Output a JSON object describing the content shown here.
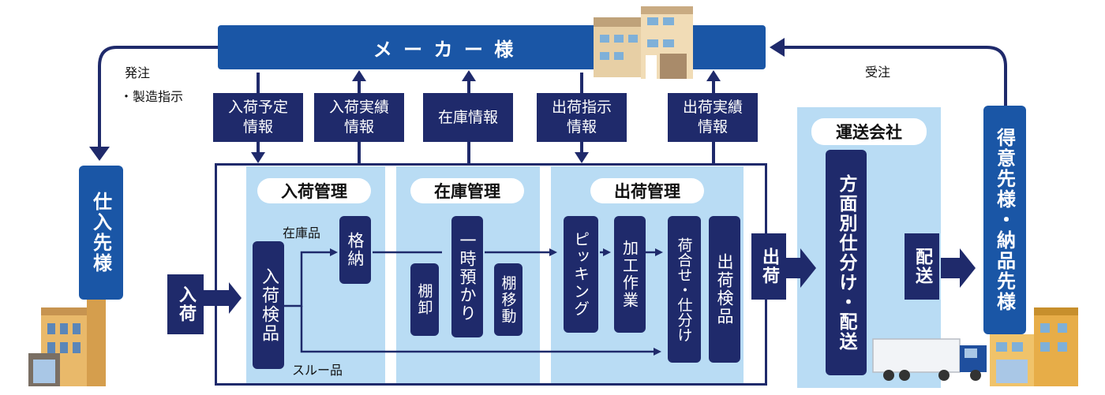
{
  "maker": {
    "label": "メ ー カ ー 様"
  },
  "order_left": {
    "line1": "発注",
    "line2": "・製造指示"
  },
  "order_right": {
    "label": "受注"
  },
  "info_boxes": [
    {
      "line1": "入荷予定",
      "line2": "情報"
    },
    {
      "line1": "入荷実績",
      "line2": "情報"
    },
    {
      "line1": "在庫情報",
      "line2": ""
    },
    {
      "line1": "出荷指示",
      "line2": "情報"
    },
    {
      "line1": "出荷実績",
      "line2": "情報"
    }
  ],
  "supplier": {
    "label": "仕入先様"
  },
  "inbound": {
    "label": "入荷"
  },
  "sections": {
    "inbound_mgmt": "入荷管理",
    "stock_mgmt": "在庫管理",
    "outbound_mgmt": "出荷管理"
  },
  "process": {
    "inspection_in": "入荷検品",
    "stock_item": "在庫品",
    "storage": "格納",
    "through_item": "スルー品",
    "inventory": "棚卸",
    "temp_storage": "一時預かり",
    "relocation": "棚移動",
    "picking": "ピッキング",
    "processing": "加工作業",
    "consolidation": "荷合せ・仕分け",
    "inspection_out": "出荷検品"
  },
  "shipping": {
    "label": "出荷"
  },
  "transport": {
    "company": "運送会社",
    "sorting": "方面別仕分け・配送"
  },
  "delivery": {
    "label": "配送"
  },
  "customer": {
    "label": "得意先様・納品先様"
  }
}
